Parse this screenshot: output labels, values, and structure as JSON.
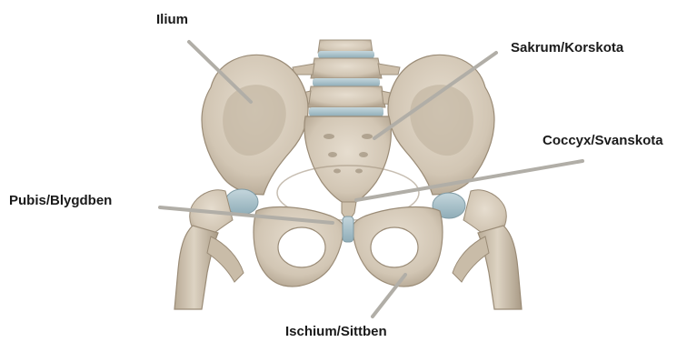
{
  "labels": {
    "ilium": "Ilium",
    "sakrum": "Sakrum/Korskota",
    "coccyx": "Coccyx/Svanskota",
    "pubis": "Pubis/Blygdben",
    "ischium": "Ischium/Sittben"
  },
  "colors": {
    "bone": "#d8cdbd",
    "bone_shadow": "#a89a86",
    "bone_dark": "#7e705f",
    "cartilage": "#a9c2cc",
    "leader_line": "#b1aea7",
    "label_text": "#1a1a1a"
  }
}
